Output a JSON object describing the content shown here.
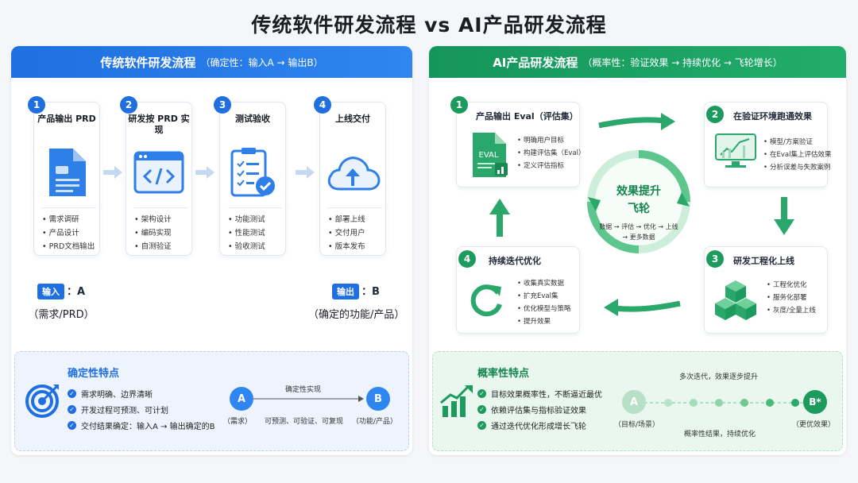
{
  "title": "传统软件研发流程 vs AI产品研发流程",
  "left": {
    "header": "传统软件研发流程",
    "header_sub": "（确定性：输入A → 输出B）",
    "steps": [
      {
        "num": "1",
        "title": "产品输出 PRD",
        "icon": "document-icon",
        "items": [
          "需求调研",
          "产品设计",
          "PRD文档输出"
        ]
      },
      {
        "num": "2",
        "title": "研发按 PRD 实现",
        "icon": "code-window-icon",
        "items": [
          "架构设计",
          "编码实现",
          "自测验证"
        ]
      },
      {
        "num": "3",
        "title": "测试验收",
        "icon": "clipboard-check-icon",
        "items": [
          "功能测试",
          "性能测试",
          "验收测试"
        ]
      },
      {
        "num": "4",
        "title": "上线交付",
        "icon": "cloud-upload-icon",
        "items": [
          "部署上线",
          "交付用户",
          "版本发布"
        ]
      }
    ],
    "input": {
      "tag": "输入",
      "value": "：A",
      "desc": "（需求/PRD）"
    },
    "output": {
      "tag": "输出",
      "value": "：B",
      "desc": "（确定的功能/产品）"
    },
    "feature": {
      "title": "确定性特点",
      "items": [
        "需求明确、边界清晰",
        "开发过程可预测、可计划",
        "交付结果确定：输入A → 输出确定的B"
      ],
      "diagram": {
        "from": "A",
        "to": "B",
        "arrow_label": "确定性实现",
        "from_note": "（需求）",
        "to_note": "（功能/产品）",
        "middle_note": "可预测、可验证、可复现"
      }
    }
  },
  "right": {
    "header": "AI产品研发流程",
    "header_sub": "（概率性：验证效果 → 持续优化 → 飞轮增长）",
    "steps": [
      {
        "num": "1",
        "title": "产品输出 Eval（评估集）",
        "icon_label": "EVAL",
        "items": [
          "明确用户目标",
          "构建评估集（Eval）",
          "定义评估指标"
        ]
      },
      {
        "num": "2",
        "title": "在验证环境跑通效果",
        "items": [
          "模型/方案验证",
          "在Eval集上评估效果",
          "分析误差与失败案例"
        ]
      },
      {
        "num": "3",
        "title": "研发工程化上线",
        "items": [
          "工程化优化",
          "服务化部署",
          "灰度/全量上线"
        ]
      },
      {
        "num": "4",
        "title": "持续迭代优化",
        "items": [
          "收集真实数据",
          "扩充Eval集",
          "优化模型与策略",
          "提升效果"
        ]
      }
    ],
    "flywheel": {
      "title_line1": "效果提升",
      "title_line2": "飞轮",
      "desc_line1": "数据 → 评估 → 优化 → 上线",
      "desc_line2": "→ 更多数据"
    },
    "feature": {
      "title": "概率性特点",
      "items": [
        "目标效果概率性，不断逼近最优",
        "依赖评估集与指标验证效果",
        "通过迭代优化形成增长飞轮"
      ],
      "diagram": {
        "from": "A",
        "to": "B*",
        "top_note": "多次迭代，效果逐步提升",
        "bottom_note": "概率性结果，持续优化",
        "from_note": "（目标/场景）",
        "to_note": "（更优效果）"
      }
    }
  },
  "colors": {
    "blue": "#1f6fe0",
    "green": "#1d9b5f"
  }
}
